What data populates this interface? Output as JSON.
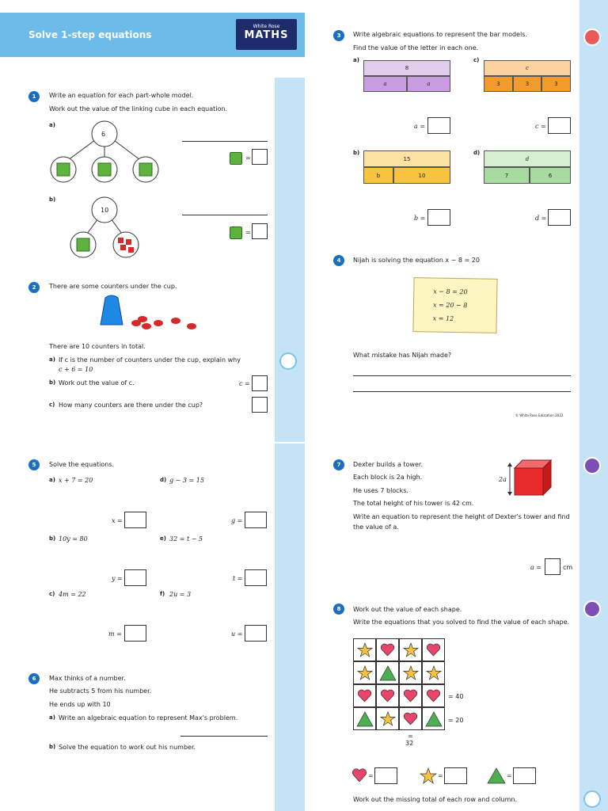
{
  "header": {
    "title": "Solve 1-step equations",
    "logo_line1": "White Rose",
    "logo_line2": "MATHS"
  },
  "q1": {
    "num": "1",
    "line1": "Write an equation for each part-whole model.",
    "line2": "Work out the value of the linking cube in each equation.",
    "a_label": "a)",
    "a_whole": "6",
    "b_label": "b)",
    "b_whole": "10",
    "equals": "="
  },
  "q2": {
    "num": "2",
    "line1": "There are some counters under the cup.",
    "total": "There are 10 counters in total.",
    "a_label": "a)",
    "a_text1": "If c is the number of counters under the cup, explain why",
    "a_text2": "c + 6 = 10",
    "b_label": "b)",
    "b_text": "Work out the value of c.",
    "b_answer": "c =",
    "c_label": "c)",
    "c_text": "How many counters are there under the cup?"
  },
  "q3": {
    "num": "3",
    "line1": "Write algebraic equations to represent the bar models.",
    "line2": "Find the value of the letter in each one.",
    "a": {
      "label": "a)",
      "top": "8",
      "bottom": [
        "a",
        "a"
      ],
      "answer": "a ="
    },
    "b": {
      "label": "b)",
      "top": "15",
      "bottom": [
        "b",
        "10"
      ],
      "answer": "b ="
    },
    "c": {
      "label": "c)",
      "top": "c",
      "bottom": [
        "3",
        "3",
        "3"
      ],
      "answer": "c ="
    },
    "d": {
      "label": "d)",
      "top": "d",
      "bottom": [
        "7",
        "6"
      ],
      "answer": "d ="
    }
  },
  "q4": {
    "num": "4",
    "line1": "Nijah is solving the equation x − 8 = 20",
    "work": [
      "x − 8 = 20",
      "x = 20 − 8",
      "x = 12"
    ],
    "question": "What mistake has Nijah made?",
    "copyright": "© White Rose Education 2022"
  },
  "q5": {
    "num": "5",
    "line1": "Solve the equations.",
    "items": [
      {
        "label": "a)",
        "eq": "x + 7 = 20",
        "ans": "x ="
      },
      {
        "label": "d)",
        "eq": "g − 3 = 15",
        "ans": "g ="
      },
      {
        "label": "b)",
        "eq": "10y = 80",
        "ans": "y ="
      },
      {
        "label": "e)",
        "eq": "32 = t − 5",
        "ans": "t ="
      },
      {
        "label": "c)",
        "eq": "4m = 22",
        "ans": "m ="
      },
      {
        "label": "f)",
        "eq": "2u = 3",
        "ans": "u ="
      }
    ]
  },
  "q6": {
    "num": "6",
    "lines": [
      "Max thinks of a number.",
      "He subtracts 5 from his number.",
      "He ends up with 10"
    ],
    "a_label": "a)",
    "a_text": "Write an algebraic equation to represent Max's problem.",
    "b_label": "b)",
    "b_text": "Solve the equation to work out his number."
  },
  "q7": {
    "num": "7",
    "lines": [
      "Dexter builds a tower.",
      "Each block is 2a high.",
      "He uses 7 blocks.",
      "The total height of his tower is 42 cm."
    ],
    "line5": "Write an equation to represent the height of Dexter's tower and find",
    "line6": "the value of a.",
    "dim": "2a",
    "answer": "a =",
    "unit": "cm"
  },
  "q8": {
    "num": "8",
    "line1": "Work out the value of each shape.",
    "line2": "Write the equations that you solved to find the value of each shape.",
    "grid": [
      [
        "star",
        "heart",
        "star",
        "heart"
      ],
      [
        "star",
        "triangle",
        "star",
        "star"
      ],
      [
        "heart",
        "heart",
        "heart",
        "heart"
      ],
      [
        "triangle",
        "star",
        "heart",
        "triangle"
      ]
    ],
    "row_totals": [
      "= 40",
      "= 20"
    ],
    "col_eq": "=",
    "col_total": "32",
    "legend_eq": "=",
    "footer": "Work out the missing total of each row and column.",
    "colors": {
      "star": "#f5c242",
      "heart": "#e8456b",
      "triangle": "#4caf50"
    }
  }
}
